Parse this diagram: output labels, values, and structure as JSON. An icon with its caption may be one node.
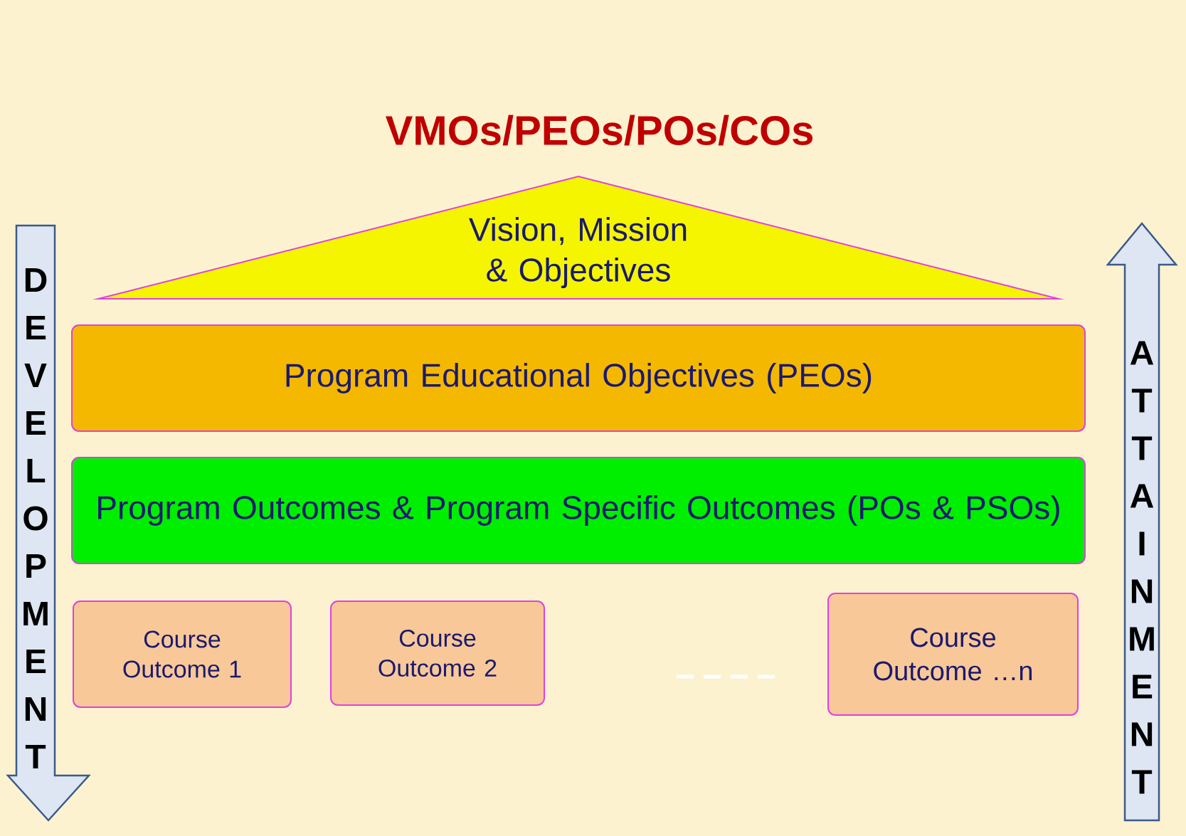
{
  "diagram": {
    "title": "VMOs/PEOs/POs/COs",
    "nodes": [
      {
        "text": [
          "Vision, Mission & Objectives"
        ]
      },
      {
        "text": [
          "Program Educational Objectives (PEOs)"
        ]
      },
      {
        "text": [
          "Program Outcomes & Program Specific Outcomes (POs & PSOs)"
        ]
      },
      {
        "text": [
          "Course Outcome 1"
        ]
      },
      {
        "text": [
          "Course Outcome 2"
        ]
      },
      {
        "text": [
          "Course Outcome …n"
        ]
      },
      {
        "text": [
          "D E V E L O P M E N T"
        ]
      },
      {
        "text": [
          "A T T A I N M E N T"
        ]
      }
    ]
  }
}
